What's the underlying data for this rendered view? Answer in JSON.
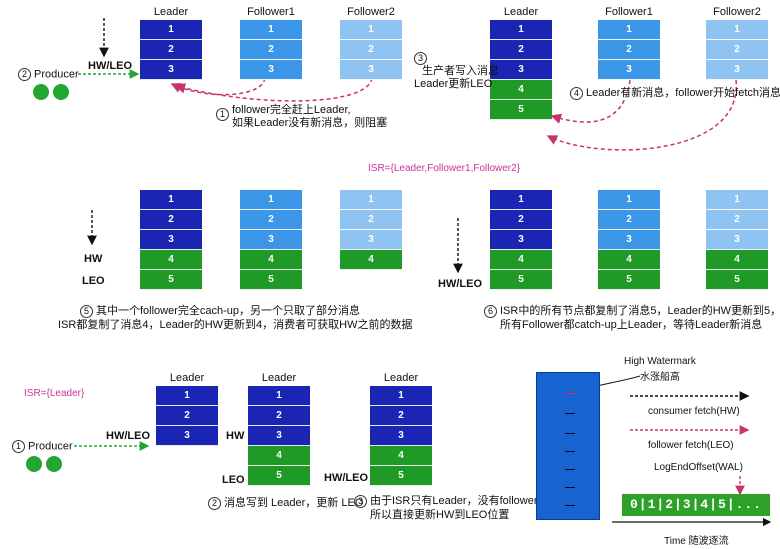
{
  "labels": {
    "leader": "Leader",
    "follower1": "Follower1",
    "follower2": "Follower2",
    "producer": "Producer",
    "hw_leo": "HW/LEO",
    "hw": "HW",
    "leo": "LEO"
  },
  "step_numbers": [
    "1",
    "2",
    "3",
    "4",
    "5",
    "6"
  ],
  "cells": {
    "m1": "1",
    "m2": "2",
    "m3": "3",
    "m4": "4",
    "m5": "5"
  },
  "steps": {
    "s1_l1": "follower完全赶上Leader,",
    "s1_l2": "如果Leader没有新消息，则阻塞",
    "s3_l1": "生产者写入消息",
    "s3_l2": "Leader更新LEO",
    "s4": "Leader有新消息，follower开始fetch消息",
    "s5_l1": "其中一个follower完全cach-up，另一个只取了部分消息",
    "s5_l2": "ISR都复制了消息4，Leader的HW更新到4，消费者可获取HW之前的数据",
    "s6_l1": "ISR中的所有节点都复制了消息5，Leader的HW更新到5，",
    "s6_l2": "所有Follower都catch-up上Leader，等待Leader新消息"
  },
  "isr_all": "ISR={Leader,Follower1,Follower2}",
  "isr_leader": "ISR={Leader}",
  "bottom": {
    "b2": "消息写到 Leader，更新 LEO",
    "b3_l1": "由于ISR只有Leader，没有follower,",
    "b3_l2": "所以直接更新HW到LEO位置"
  },
  "legend": {
    "hw_title": "High Watermark",
    "hw_sub": "水涨船高",
    "consumer": "consumer fetch(HW)",
    "follower": "follower fetch(LEO)",
    "leo_label": "LogEndOffset(WAL)",
    "wal_seq": "0|1|2|3|4|5|...",
    "time": "Time 随波逐流"
  },
  "colors": {
    "leader": "#1b25b4",
    "follower1": "#3b96e8",
    "follower2": "#8fc3f1",
    "new_message": "#1f9a26",
    "arrow_pink": "#c8326e",
    "arrow_green": "#22a533",
    "tube": "#1763d1"
  }
}
